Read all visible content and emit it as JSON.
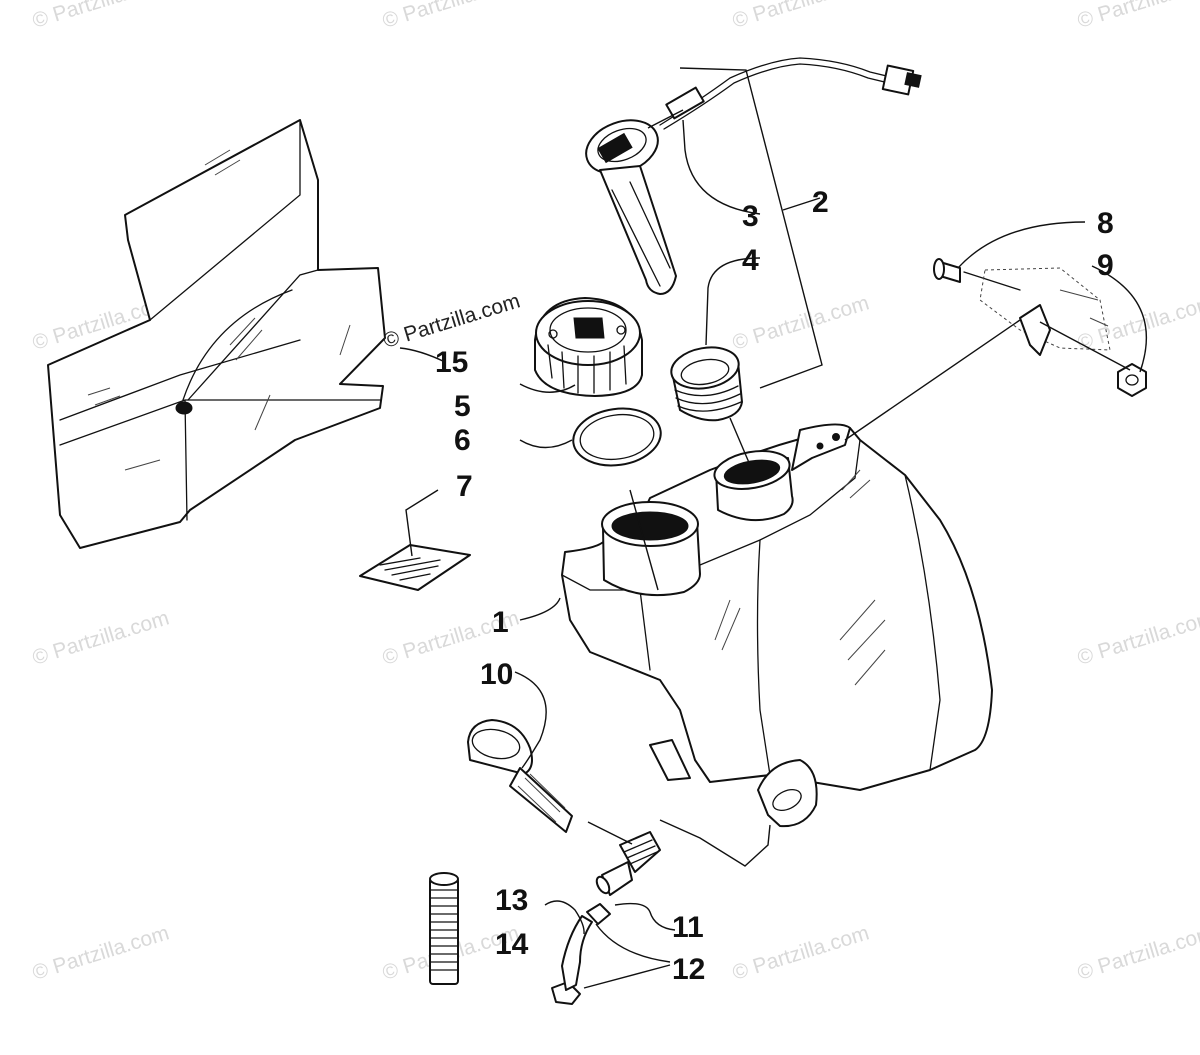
{
  "watermark": {
    "text": "© Partzilla.com",
    "color": "#d9d9d9",
    "feature_text": "© Partzilla.com"
  },
  "callouts": {
    "c1": "1",
    "c2": "2",
    "c3": "3",
    "c4": "4",
    "c5": "5",
    "c6": "6",
    "c7": "7",
    "c8": "8",
    "c9": "9",
    "c10": "10",
    "c11": "11",
    "c12": "12",
    "c13": "13",
    "c14": "14",
    "c15": "15"
  },
  "colors": {
    "line": "#111111",
    "background": "#ffffff"
  }
}
